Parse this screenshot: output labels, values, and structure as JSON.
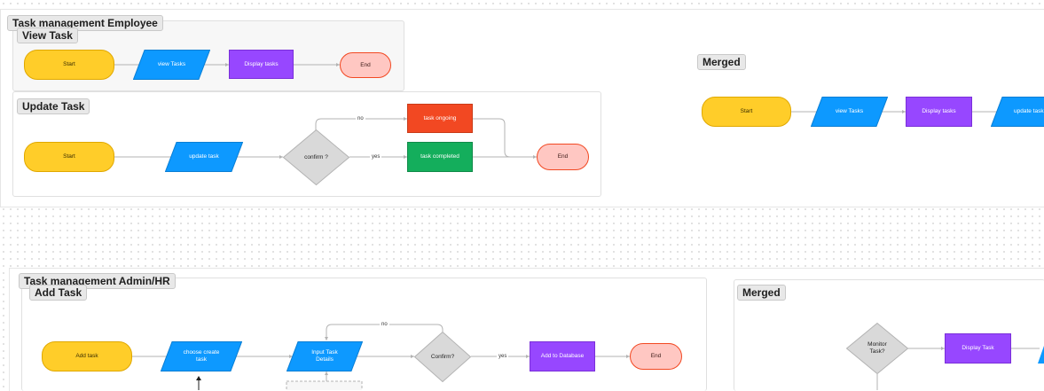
{
  "employee": {
    "section_title": "Task management Employee",
    "view_task": {
      "title": "View Task",
      "start": "Start",
      "view_tasks": "view Tasks",
      "display_tasks": "Display tasks",
      "end": "End"
    },
    "update_task": {
      "title": "Update Task",
      "start": "Start",
      "update_task": "update task",
      "confirm": "confirm ?",
      "no_label": "no",
      "yes_label": "yes",
      "task_ongoing": "task ongoing",
      "task_completed": "task completed",
      "end": "End"
    },
    "merged": {
      "title": "Merged",
      "start": "Start",
      "view_tasks": "view Tasks",
      "display_tasks": "Display tasks",
      "update_task": "update task"
    }
  },
  "admin": {
    "section_title": "Task management Admin/HR",
    "add_task": {
      "title": "Add Task",
      "add_task": "Add task",
      "choose_create_task": "choose create task",
      "input_task_details": "Input Task Details",
      "confirm": "Confirm?",
      "no_label": "no",
      "yes_label": "yes",
      "add_to_database": "Add to Database",
      "end": "End"
    },
    "merged": {
      "title": "Merged",
      "monitor_task": "Monitor Task?",
      "display_task": "Display Task"
    }
  },
  "colors": {
    "start": "#ffcd29",
    "end": "#ffc7c2",
    "parallelogram": "#0d99ff",
    "process": "#9747ff",
    "decision": "#d9d9d9",
    "ongoing": "#f24822",
    "completed": "#14ae5c"
  }
}
